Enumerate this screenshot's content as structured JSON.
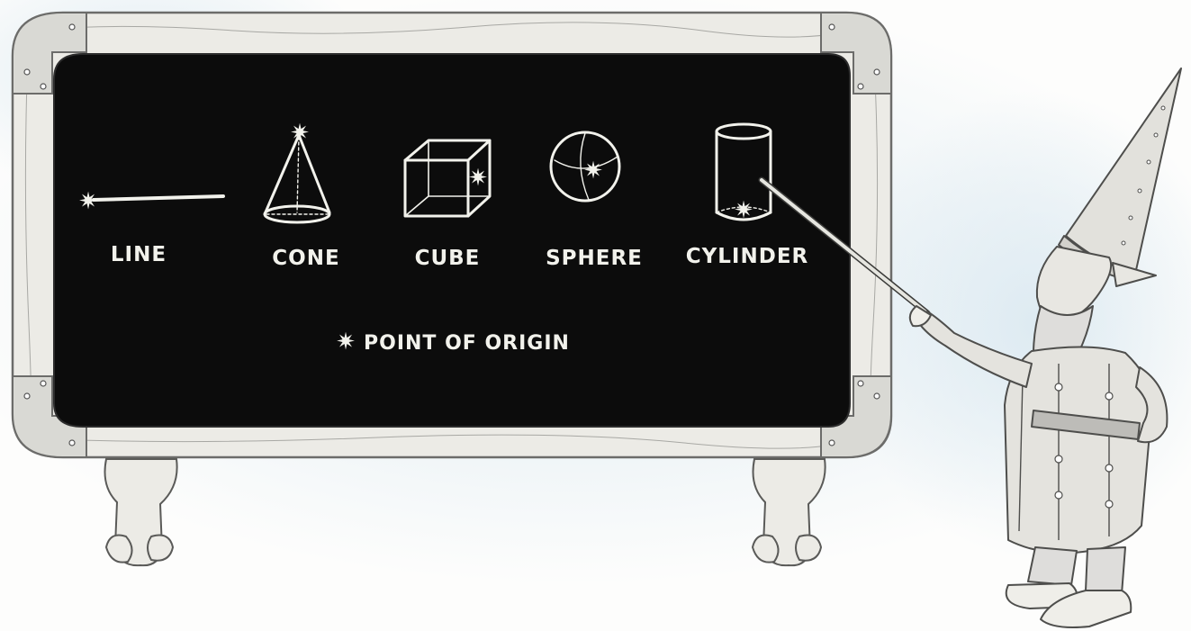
{
  "shapes": [
    {
      "key": "line",
      "label": "LINE"
    },
    {
      "key": "cone",
      "label": "CONE"
    },
    {
      "key": "cube",
      "label": "CUBE"
    },
    {
      "key": "sphere",
      "label": "SPHERE"
    },
    {
      "key": "cylinder",
      "label": "CYLINDER"
    }
  ],
  "legend": {
    "symbol": "✷",
    "text": "POINT OF ORIGIN"
  },
  "colors": {
    "board": "#0c0c0c",
    "chalk": "#f2f2ec",
    "frame": "#ecebe6",
    "frame_stroke": "#6c6c6a",
    "wash": "#dbe9f1"
  }
}
